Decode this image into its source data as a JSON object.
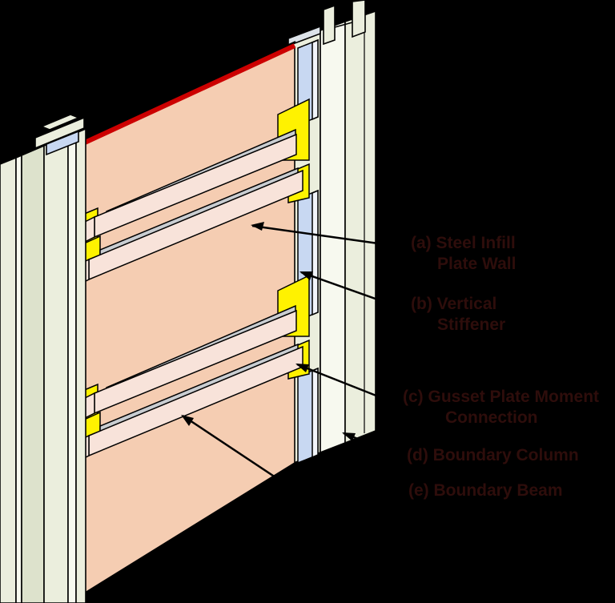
{
  "figure": {
    "subject": "Steel plate shear wall isometric detail",
    "parts": [
      "steel infill plate wall",
      "vertical stiffener",
      "gusset plate moment connection",
      "boundary column",
      "boundary beam"
    ]
  },
  "labels": [
    {
      "id": "a",
      "lines": [
        "(a) Steel Infill",
        "Plate Wall"
      ],
      "points_to": "infill-plate"
    },
    {
      "id": "b",
      "lines": [
        "(b) Vertical",
        "Stiffener"
      ],
      "points_to": "vertical-stiffener"
    },
    {
      "id": "c",
      "lines": [
        "(c) Gusset Plate Moment",
        "Connection"
      ],
      "points_to": "gusset-plate"
    },
    {
      "id": "d",
      "lines": [
        "(d) Boundary Column"
      ],
      "points_to": "boundary-column-right"
    },
    {
      "id": "e",
      "lines": [
        "(e) Boundary Beam"
      ],
      "points_to": "boundary-beam-lower"
    }
  ],
  "colors": {
    "background": "#000000",
    "panel": "#F5CDB2",
    "beam_face": "#F8E3DA",
    "beam_lining": "#C9CDD1",
    "column": "#EBEEDD",
    "column_light": "#F7F9EF",
    "column_shadow": "#DDE2CC",
    "gusset_yellow": "#FFF200",
    "stiffener_blue": "#C8D8F2",
    "stiffener_white": "#F2F5FA",
    "top_edge_red": "#CC0000",
    "outline": "#000000",
    "leader": "#000000",
    "label_text": "#2E0D0B"
  }
}
